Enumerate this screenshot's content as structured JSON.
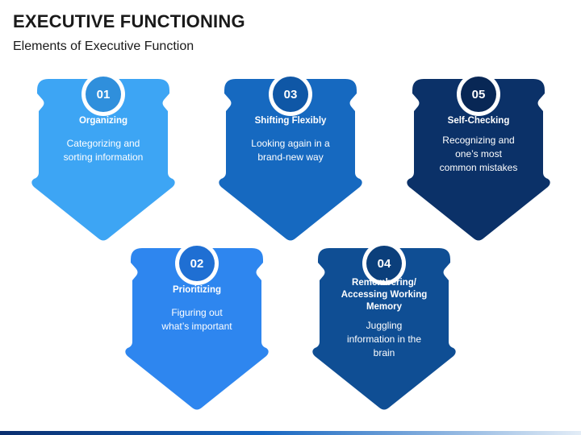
{
  "header": {
    "title": "EXECUTIVE FUNCTIONING",
    "subtitle": "Elements of Executive Function"
  },
  "elements": [
    {
      "number": "01",
      "title": "Organizing",
      "description": "Categorizing and sorting information",
      "color": "#3da5f4",
      "badge_color": "#2f8fdc"
    },
    {
      "number": "02",
      "title": "Prioritizing",
      "description": "Figuring out what’s important",
      "color": "#2e86ef",
      "badge_color": "#1f6fd3"
    },
    {
      "number": "03",
      "title": "Shifting Flexibly",
      "description": "Looking again in a brand-new way",
      "color": "#1669c0",
      "badge_color": "#0f57a6"
    },
    {
      "number": "04",
      "title": "Remembering/ Accessing Working Memory",
      "description": "Juggling information in the brain",
      "color": "#0f4e94",
      "badge_color": "#0b3f7b"
    },
    {
      "number": "05",
      "title": "Self-Checking",
      "description": "Recognizing and one’s most common mistakes",
      "color": "#0b3168",
      "badge_color": "#082755"
    }
  ]
}
